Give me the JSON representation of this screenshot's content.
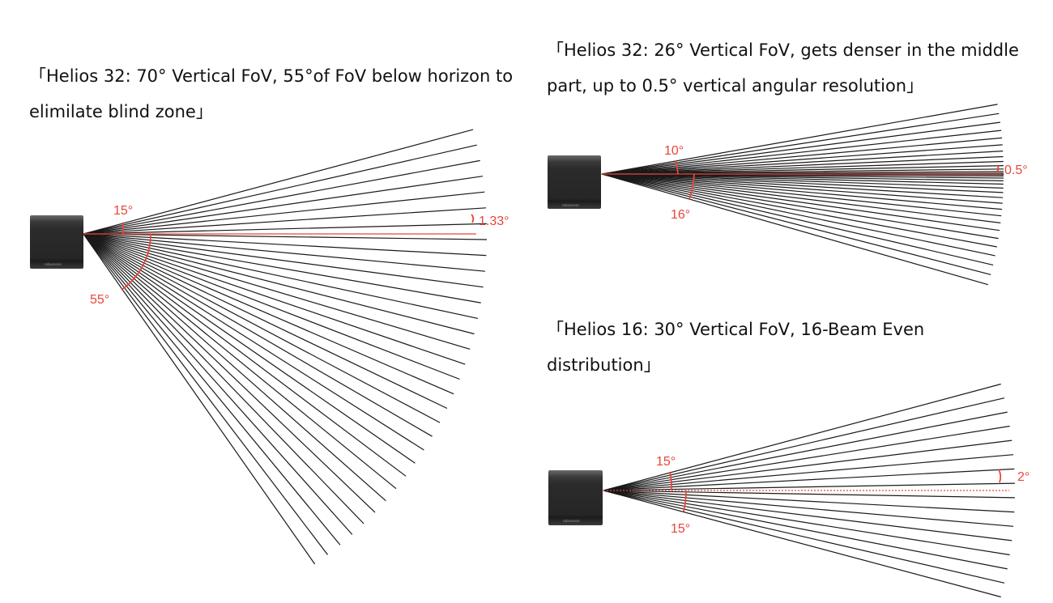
{
  "captions": {
    "left": "「Helios 32: 70° Vertical FoV, 55°of FoV below horizon to elimilate blind zone」",
    "top_right": "「Helios 32: 26° Vertical FoV, gets denser in the middle part, up to 0.5° vertical angular resolution」",
    "bottom_right": "「Helios 16: 30° Vertical FoV, 16-Beam Even distribution」"
  },
  "colors": {
    "beam": "#1a1a1a",
    "annotation": "#e8463a",
    "sensor": "#2a2a2a"
  },
  "sensor_brand": "robosense",
  "diagrams": {
    "helios32_70": {
      "fov_above_label": "15°",
      "fov_below_label": "55°",
      "resolution_label": "1.33°",
      "fov_above_deg": 15,
      "fov_below_deg": 55,
      "beam_count": 32
    },
    "helios32_26": {
      "fov_above_label": "10°",
      "fov_below_label": "16°",
      "resolution_label": "0.5°",
      "fov_above_deg": 10,
      "fov_below_deg": 16,
      "beam_count": 32
    },
    "helios16_30": {
      "fov_above_label": "15°",
      "fov_below_label": "15°",
      "resolution_label": "2°",
      "fov_above_deg": 15,
      "fov_below_deg": 15,
      "beam_count": 16
    }
  }
}
